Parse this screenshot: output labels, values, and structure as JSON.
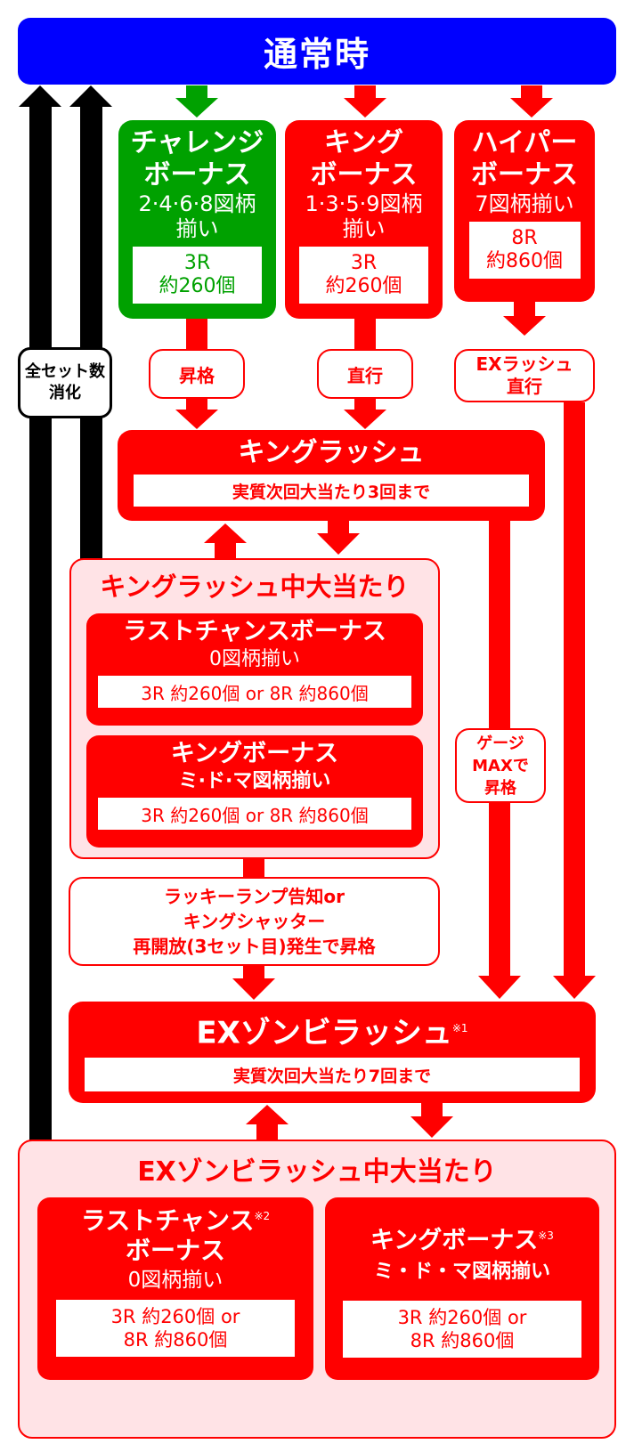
{
  "colors": {
    "normal_blue": "#0000ff",
    "challenge_green": "#00a100",
    "red": "#ff0000",
    "panel_pink": "#ffe3e6",
    "black": "#000000"
  },
  "normal": {
    "title": "通常時"
  },
  "left_label": {
    "line1": "全セット数",
    "line2": "消化"
  },
  "challenge_bonus": {
    "title_line1": "チャレンジ",
    "title_line2": "ボーナス",
    "pattern_line1": "2·4·6·8図柄",
    "pattern_line2": "揃い",
    "rounds": "3R",
    "payout": "約260個"
  },
  "king_bonus_top": {
    "title_line1": "キング",
    "title_line2": "ボーナス",
    "pattern_line1": "1·3·5·9図柄",
    "pattern_line2": "揃い",
    "rounds": "3R",
    "payout": "約260個"
  },
  "hyper_bonus": {
    "title_line1": "ハイパー",
    "title_line2": "ボーナス",
    "pattern": "7図柄揃い",
    "rounds": "8R",
    "payout": "約860個"
  },
  "transitions": {
    "promote": "昇格",
    "direct": "直行",
    "ex_direct_line1": "EXラッシュ",
    "ex_direct_line2": "直行",
    "gauge_line1": "ゲージ",
    "gauge_line2": "MAXで",
    "gauge_line3": "昇格",
    "lucky_line1": "ラッキーランプ告知or",
    "lucky_line2": "キングシャッター",
    "lucky_line3": "再開放(3セット目)発生で昇格"
  },
  "king_rush": {
    "title": "キングラッシュ",
    "subtitle": "実質次回大当たり3回まで"
  },
  "king_rush_hits": {
    "title": "キングラッシュ中大当たり",
    "last_chance": {
      "title": "ラストチャンスボーナス",
      "pattern": "0図柄揃い",
      "payout": "3R 約260個 or 8R 約860個"
    },
    "king_bonus": {
      "title": "キングボーナス",
      "pattern": "ミ·ド·マ図柄揃い",
      "payout": "3R 約260個 or 8R 約860個"
    }
  },
  "ex_zombie_rush": {
    "title": "EXゾンビラッシュ",
    "note": "※1",
    "subtitle": "実質次回大当たり7回まで"
  },
  "ex_zombie_hits": {
    "title": "EXゾンビラッシュ中大当たり",
    "last_chance": {
      "title_line1": "ラストチャンス",
      "note": "※2",
      "title_line2": "ボーナス",
      "pattern": "0図柄揃い",
      "payout_line1": "3R 約260個 or",
      "payout_line2": "8R 約860個"
    },
    "king_bonus": {
      "title": "キングボーナス",
      "note": "※3",
      "pattern": "ミ・ド・マ図柄揃い",
      "payout_line1": "3R 約260個 or",
      "payout_line2": "8R 約860個"
    }
  }
}
